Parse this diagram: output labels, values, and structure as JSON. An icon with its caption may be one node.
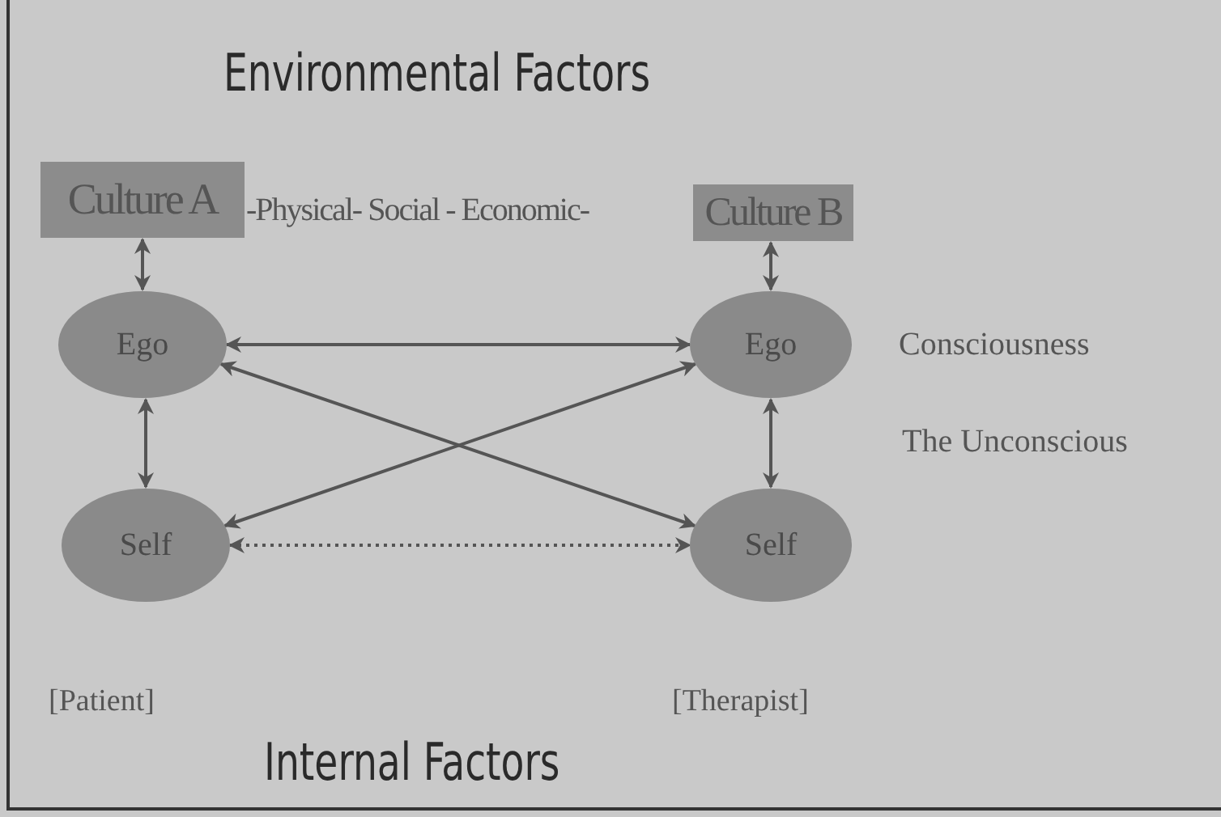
{
  "diagram": {
    "title": "Environmental Factors",
    "nodes": [
      {
        "text": [
          "Culture A"
        ]
      },
      {
        "text": [
          "Culture B"
        ]
      },
      {
        "text": [
          "Ego"
        ]
      },
      {
        "text": [
          "Self"
        ]
      },
      {
        "text": [
          "Ego"
        ]
      },
      {
        "text": [
          "Self"
        ]
      }
    ],
    "edges": [
      {
        "from": 0,
        "to": 2,
        "arrow": "both"
      },
      {
        "from": 1,
        "to": 4,
        "arrow": "both"
      },
      {
        "from": 2,
        "to": 3,
        "arrow": "both"
      },
      {
        "from": 4,
        "to": 5,
        "arrow": "both"
      },
      {
        "from": 2,
        "to": 4,
        "arrow": "both"
      },
      {
        "from": 2,
        "to": 5,
        "arrow": "both"
      },
      {
        "from": 3,
        "to": 4,
        "arrow": "both"
      },
      {
        "from": 3,
        "to": 5,
        "arrow": "both",
        "style": "dashed"
      }
    ],
    "labels": [
      "-Physical- Social - Economic-",
      "Consciousness",
      "The Unconscious",
      "[Patient]",
      "[Therapist]",
      "Internal Factors"
    ]
  }
}
